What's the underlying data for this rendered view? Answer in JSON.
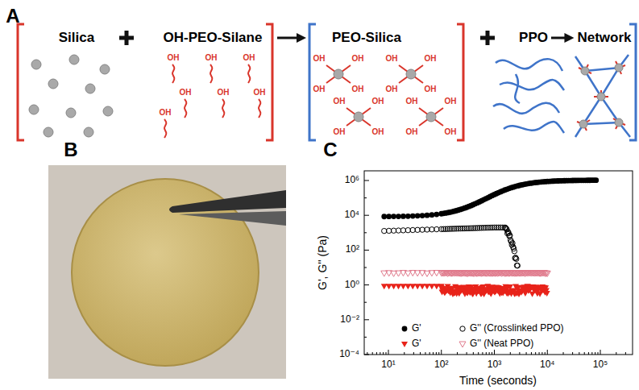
{
  "diagram": {
    "nodes": [
      {
        "text": [
          "Silica"
        ]
      },
      {
        "text": [
          "OH-PEO-Silane"
        ]
      },
      {
        "text": [
          "PEO-Silica"
        ]
      },
      {
        "text": [
          "PPO"
        ]
      },
      {
        "text": [
          "Network"
        ]
      }
    ],
    "edges": [
      {
        "from": 1,
        "to": 2,
        "arrow": "to"
      },
      {
        "from": 3,
        "to": 4,
        "arrow": "to"
      }
    ],
    "labels": [
      "A",
      "OH",
      "OH",
      "OH",
      "OH",
      "OH",
      "OH",
      "OH",
      "OH",
      "OH",
      "OH",
      "OH",
      "OH",
      "OH",
      "OH",
      "OH",
      "OH",
      "OH",
      "OH",
      "OH",
      "OH",
      "OH",
      "OH",
      "OH",
      "B",
      "C",
      "10⁶",
      "10⁴",
      "10²",
      "10⁰",
      "10⁻²",
      "10⁻⁴",
      "10¹",
      "10²",
      "10³",
      "10⁴",
      "10⁵",
      "G', G'' (Pa)",
      "Time (seconds)"
    ],
    "legend": [
      {
        "text": "G'"
      },
      {
        "text": "G'' (Crosslinked PPO)"
      },
      {
        "text": "G'"
      },
      {
        "text": "G'' (Neat PPO)"
      }
    ]
  }
}
